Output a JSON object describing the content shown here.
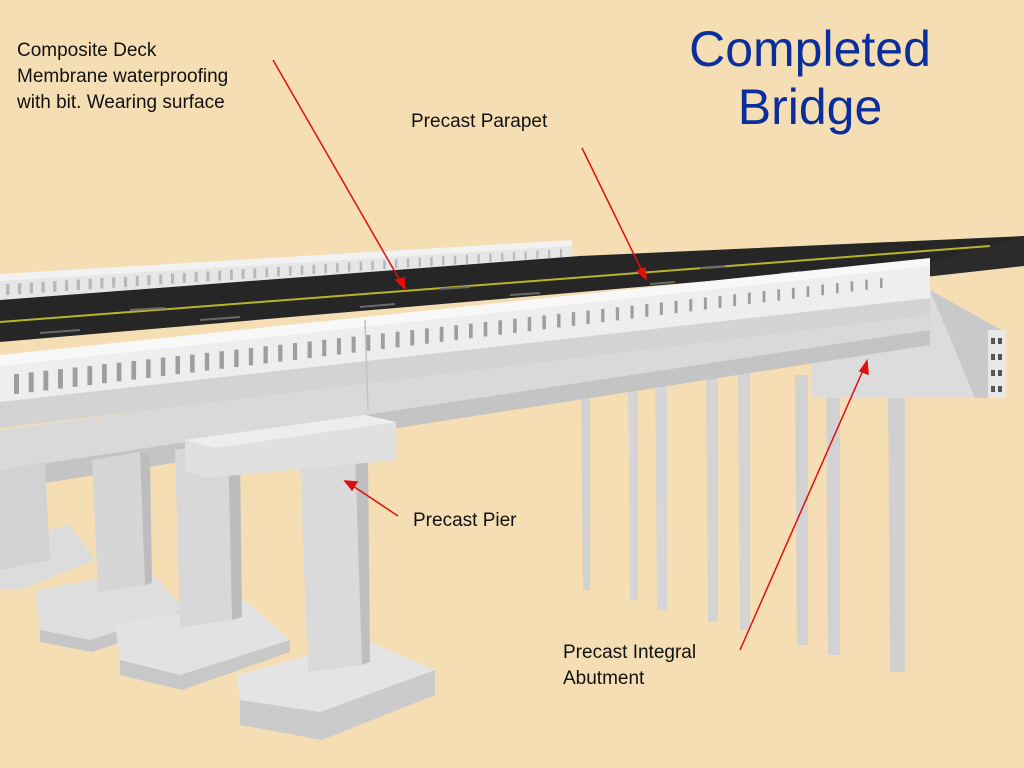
{
  "title": {
    "line1": "Completed",
    "line2": "Bridge"
  },
  "labels": {
    "deck": {
      "line1": "Composite Deck",
      "line2": "Membrane waterproofing",
      "line3": "with bit. Wearing surface"
    },
    "parapet": {
      "line1": "Precast Parapet"
    },
    "pier": {
      "line1": "Precast Pier"
    },
    "abutment": {
      "line1": "Precast Integral",
      "line2": "Abutment"
    }
  },
  "colors": {
    "background": "#f5deb3",
    "title": "#0a2f9c",
    "leader": "#e01010",
    "concrete_light": "#ebebeb",
    "concrete_mid": "#d4d4d4",
    "concrete_dark": "#bdbdbd",
    "road": "#262626",
    "lane_line": "#b9b42a"
  }
}
